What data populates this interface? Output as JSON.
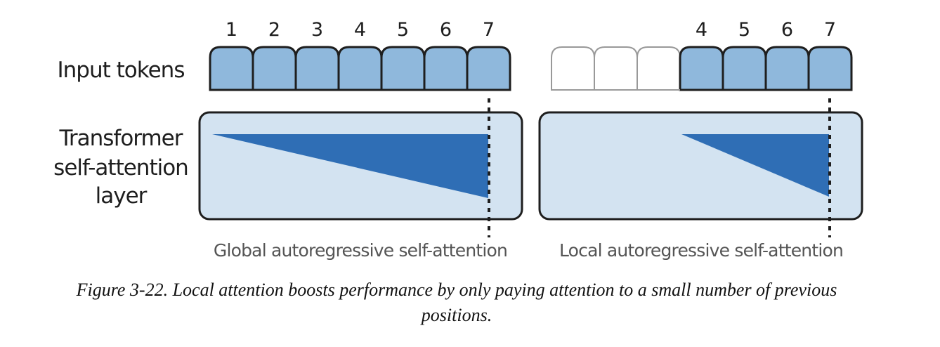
{
  "row_labels": {
    "input": "Input tokens",
    "layer": [
      "Transformer",
      "self-attention",
      "layer"
    ]
  },
  "panels": [
    {
      "tokens": [
        "1",
        "2",
        "3",
        "4",
        "5",
        "6",
        "7"
      ],
      "filled": [
        true,
        true,
        true,
        true,
        true,
        true,
        true
      ],
      "subcaption": "Global autoregressive self-attention"
    },
    {
      "tokens": [
        "",
        "",
        "",
        "4",
        "5",
        "6",
        "7"
      ],
      "filled": [
        false,
        false,
        false,
        true,
        true,
        true,
        true
      ],
      "subcaption": "Local autoregressive self-attention"
    }
  ],
  "caption": "Figure 3-22. Local attention boosts performance by only paying attention to a small number of previous positions.",
  "colors": {
    "token_fill": "#8fb8dc",
    "layer_fill": "#d3e3f1",
    "attention_fill": "#2f6eb5",
    "outline": "#1e1e1e",
    "empty_outline": "#999999"
  }
}
